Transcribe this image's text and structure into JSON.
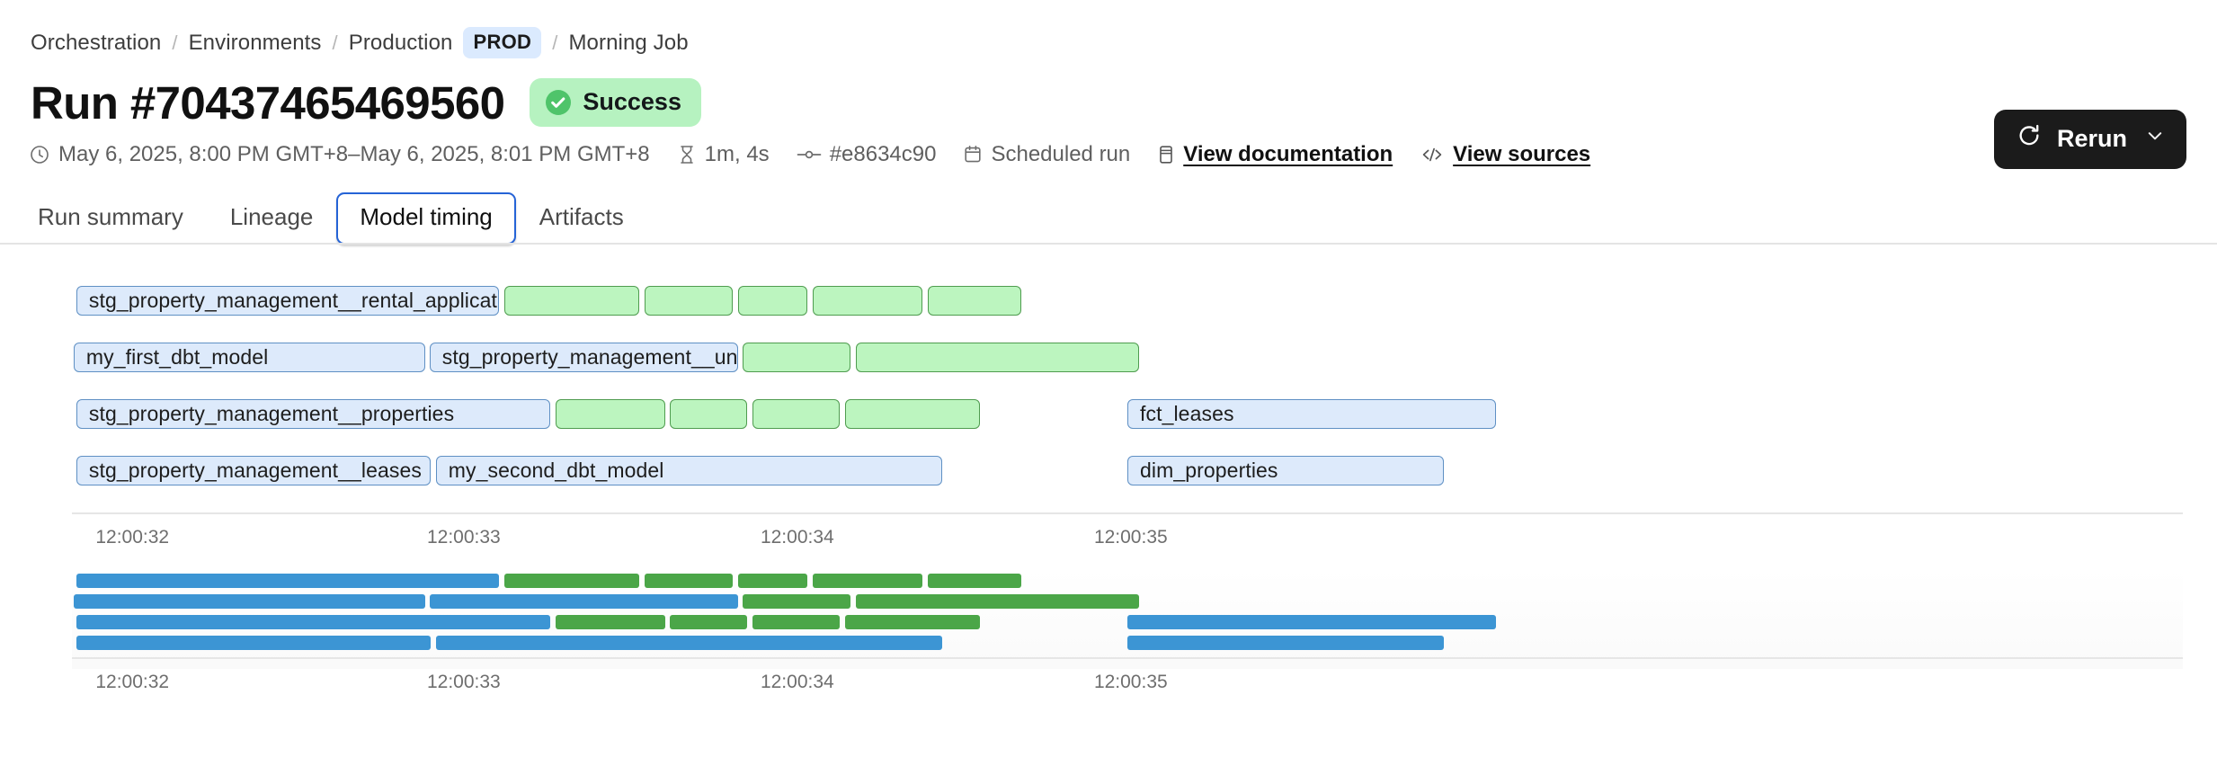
{
  "breadcrumb": {
    "items": [
      {
        "label": "Orchestration",
        "type": "link"
      },
      {
        "label": "Environments",
        "type": "link"
      },
      {
        "label": "Production",
        "type": "link"
      },
      {
        "label": "PROD",
        "type": "chip"
      },
      {
        "label": "Morning Job",
        "type": "link"
      }
    ],
    "separator": "/"
  },
  "header": {
    "title": "Run #70437465469560",
    "status": {
      "label": "Success",
      "icon": "check-circle-icon",
      "bg_color": "#b6f2c0",
      "icon_color": "#4fc46a"
    },
    "meta": {
      "timerange": "May 6, 2025, 8:00 PM GMT+8–May 6, 2025, 8:01 PM GMT+8",
      "timerange_icon": "clock-icon",
      "duration": "1m, 4s",
      "duration_icon": "hourglass-icon",
      "commit": "#e8634c90",
      "commit_icon": "git-commit-icon",
      "trigger": "Scheduled run",
      "trigger_icon": "calendar-icon",
      "documentation_link": "View documentation",
      "documentation_icon": "book-icon",
      "sources_link": "View sources",
      "sources_icon": "code-icon"
    },
    "rerun": {
      "label": "Rerun",
      "icon": "refresh-icon",
      "chevron": "chevron-down-icon",
      "bg_color": "#1b1b1b"
    }
  },
  "tabs": [
    {
      "label": "Run summary",
      "active": false
    },
    {
      "label": "Lineage",
      "active": false
    },
    {
      "label": "Model timing",
      "active": true
    },
    {
      "label": "Artifacts",
      "active": false
    }
  ],
  "chart_data": {
    "type": "bar",
    "title": "Model timing",
    "chart_kind": "gantt-timeline",
    "xlabel": "",
    "ylabel": "",
    "grid": false,
    "legend": "none",
    "colors": {
      "model_fill": "#ddeafb",
      "model_stroke": "#5f90c4",
      "test_fill": "#bcf5bf",
      "test_stroke": "#4f9c4f",
      "minimap_model": "#3c95d4",
      "minimap_test": "#4ba648"
    },
    "axis_ticks": [
      "12:00:32",
      "12:00:33",
      "12:00:34",
      "12:00:35"
    ],
    "axis_tick_x_pct": [
      1.5,
      17.2,
      33.0,
      48.8
    ],
    "xlim": [
      "12:00:31.9",
      "12:00:36.5"
    ],
    "lanes": [
      {
        "lane": 1,
        "segments": [
          {
            "label": "stg_property_management__rental_applications",
            "kind": "model",
            "x_pct": 0.21,
            "w_pct": 20.01
          },
          {
            "label": "",
            "kind": "test",
            "x_pct": 20.49,
            "w_pct": 6.38
          },
          {
            "label": "",
            "kind": "test",
            "x_pct": 27.13,
            "w_pct": 4.18
          },
          {
            "label": "",
            "kind": "test",
            "x_pct": 31.56,
            "w_pct": 3.29
          },
          {
            "label": "",
            "kind": "test",
            "x_pct": 35.11,
            "w_pct": 5.18
          },
          {
            "label": "",
            "kind": "test",
            "x_pct": 40.54,
            "w_pct": 4.43
          }
        ]
      },
      {
        "lane": 2,
        "segments": [
          {
            "label": "my_first_dbt_model",
            "kind": "model",
            "x_pct": 0.08,
            "w_pct": 16.65
          },
          {
            "label": "stg_property_management__units",
            "kind": "model",
            "x_pct": 16.94,
            "w_pct": 14.6
          },
          {
            "label": "",
            "kind": "test",
            "x_pct": 31.79,
            "w_pct": 5.09
          },
          {
            "label": "",
            "kind": "test",
            "x_pct": 37.13,
            "w_pct": 13.43
          }
        ]
      },
      {
        "lane": 3,
        "segments": [
          {
            "label": "stg_property_management__properties",
            "kind": "model",
            "x_pct": 0.21,
            "w_pct": 22.45
          },
          {
            "label": "",
            "kind": "test",
            "x_pct": 22.9,
            "w_pct": 5.2
          },
          {
            "label": "",
            "kind": "test",
            "x_pct": 28.34,
            "w_pct": 3.66
          },
          {
            "label": "",
            "kind": "test",
            "x_pct": 32.24,
            "w_pct": 4.15
          },
          {
            "label": "",
            "kind": "test",
            "x_pct": 36.62,
            "w_pct": 6.41
          },
          {
            "label": "fct_leases",
            "kind": "model",
            "x_pct": 50.0,
            "w_pct": 17.48
          }
        ]
      },
      {
        "lane": 4,
        "segments": [
          {
            "label": "stg_property_management__leases",
            "kind": "model",
            "x_pct": 0.21,
            "w_pct": 16.78
          },
          {
            "label": "my_second_dbt_model",
            "kind": "model",
            "x_pct": 17.24,
            "w_pct": 23.99
          },
          {
            "label": "dim_properties",
            "kind": "model",
            "x_pct": 50.0,
            "w_pct": 14.99
          }
        ]
      }
    ],
    "minimap_lanes": [
      {
        "lane": 1,
        "segments": [
          {
            "kind": "model",
            "x_pct": 0.21,
            "w_pct": 20.01
          },
          {
            "kind": "test",
            "x_pct": 20.49,
            "w_pct": 6.38
          },
          {
            "kind": "test",
            "x_pct": 27.13,
            "w_pct": 4.18
          },
          {
            "kind": "test",
            "x_pct": 31.56,
            "w_pct": 3.29
          },
          {
            "kind": "test",
            "x_pct": 35.11,
            "w_pct": 5.18
          },
          {
            "kind": "test",
            "x_pct": 40.54,
            "w_pct": 4.43
          }
        ]
      },
      {
        "lane": 2,
        "segments": [
          {
            "kind": "model",
            "x_pct": 0.08,
            "w_pct": 16.65
          },
          {
            "kind": "model",
            "x_pct": 16.94,
            "w_pct": 14.6
          },
          {
            "kind": "test",
            "x_pct": 31.79,
            "w_pct": 5.09
          },
          {
            "kind": "test",
            "x_pct": 37.13,
            "w_pct": 13.43
          }
        ]
      },
      {
        "lane": 3,
        "segments": [
          {
            "kind": "model",
            "x_pct": 0.21,
            "w_pct": 22.45
          },
          {
            "kind": "test",
            "x_pct": 22.9,
            "w_pct": 5.2
          },
          {
            "kind": "test",
            "x_pct": 28.34,
            "w_pct": 3.66
          },
          {
            "kind": "test",
            "x_pct": 32.24,
            "w_pct": 4.15
          },
          {
            "kind": "test",
            "x_pct": 36.62,
            "w_pct": 6.41
          },
          {
            "kind": "model",
            "x_pct": 50.0,
            "w_pct": 17.48
          }
        ]
      },
      {
        "lane": 4,
        "segments": [
          {
            "kind": "model",
            "x_pct": 0.21,
            "w_pct": 16.78
          },
          {
            "kind": "model",
            "x_pct": 17.24,
            "w_pct": 23.99
          },
          {
            "kind": "model",
            "x_pct": 50.0,
            "w_pct": 14.99
          }
        ]
      }
    ],
    "minimap_axis_ticks": [
      "12:00:32",
      "12:00:33",
      "12:00:34",
      "12:00:35"
    ],
    "minimap_axis_tick_x_pct": [
      1.5,
      17.2,
      33.0,
      48.8
    ]
  }
}
